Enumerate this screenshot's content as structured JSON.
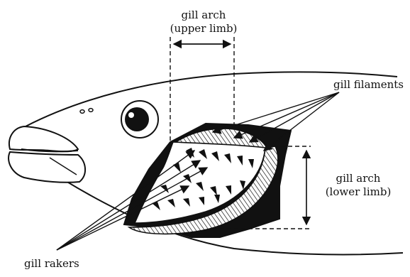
{
  "labels": {
    "gill_arch_upper": {
      "line1": "gill arch",
      "line2": "(upper limb)"
    },
    "gill_filaments": "gill filaments",
    "gill_arch_lower": {
      "line1": "gill arch",
      "line2": "(lower limb)"
    },
    "gill_rakers": "gill rakers"
  },
  "colors": {
    "ink": "#111111",
    "background": "#ffffff"
  }
}
